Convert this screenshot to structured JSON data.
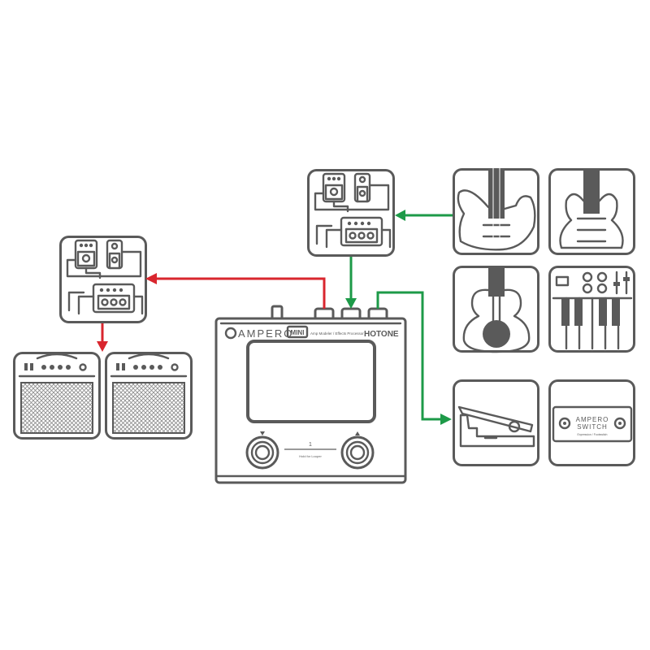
{
  "device": {
    "brand_logo": "AMPERO",
    "model_logo": "MINI",
    "subtitle": "Amp Modeler / Effects Processor",
    "maker_logo": "HOTONE",
    "center_icon": "1",
    "center_label": "Hold for Looper"
  },
  "switch_panel": {
    "logo_line1": "AMPERO",
    "logo_line2": "SWITCH",
    "caption": "Expression / Footswitch"
  },
  "colors": {
    "output_arrow": "#d9262e",
    "input_arrow": "#1d9a48",
    "outline": "#5a5a5a"
  },
  "icons": [
    "pedalboard-icon",
    "amp-icon",
    "electric-guitar-icon",
    "bass-guitar-icon",
    "acoustic-guitar-icon",
    "keyboard-synth-icon",
    "expression-pedal-icon",
    "footswitch-icon",
    "ampero-mini-device"
  ]
}
